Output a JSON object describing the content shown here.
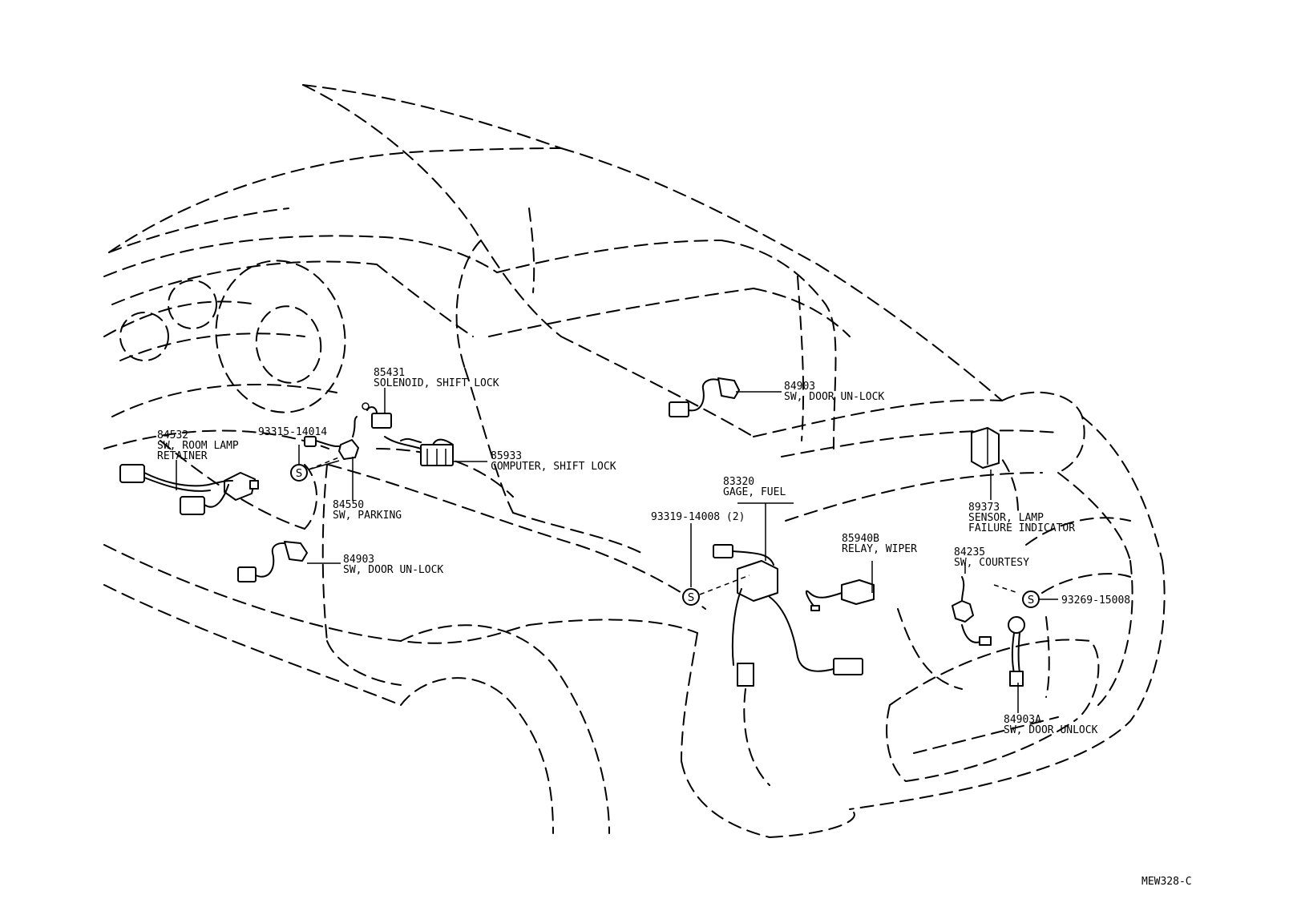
{
  "diagram": {
    "code": "MEW328-C",
    "callouts": [
      {
        "id": "84532",
        "part_no": "84532",
        "desc": [
          "SW, ROOM LAMP",
          "RETAINER"
        ]
      },
      {
        "id": "93315",
        "part_no": "93315-14014",
        "desc": []
      },
      {
        "id": "85431",
        "part_no": "85431",
        "desc": [
          "SOLENOID, SHIFT LOCK"
        ]
      },
      {
        "id": "85933",
        "part_no": "85933",
        "desc": [
          "COMPUTER, SHIFT LOCK"
        ]
      },
      {
        "id": "84550",
        "part_no": "84550",
        "desc": [
          "SW, PARKING"
        ]
      },
      {
        "id": "84903_left",
        "part_no": "84903",
        "desc": [
          "SW, DOOR UN-LOCK"
        ]
      },
      {
        "id": "84903_right",
        "part_no": "84903",
        "desc": [
          "SW, DOOR UN-LOCK"
        ]
      },
      {
        "id": "83320",
        "part_no": "83320",
        "desc": [
          "GAGE, FUEL"
        ]
      },
      {
        "id": "93319",
        "part_no": "93319-14008 (2)",
        "desc": []
      },
      {
        "id": "89373",
        "part_no": "89373",
        "desc": [
          "SENSOR, LAMP",
          "FAILURE INDICATOR"
        ]
      },
      {
        "id": "85940B",
        "part_no": "85940B",
        "desc": [
          "RELAY, WIPER"
        ]
      },
      {
        "id": "84235",
        "part_no": "84235",
        "desc": [
          "SW, COURTESY"
        ]
      },
      {
        "id": "93269",
        "part_no": "93269-15008",
        "desc": []
      },
      {
        "id": "84903A",
        "part_no": "84903A",
        "desc": [
          "SW, DOOR UNLOCK"
        ]
      }
    ],
    "screw_symbol": "S"
  }
}
